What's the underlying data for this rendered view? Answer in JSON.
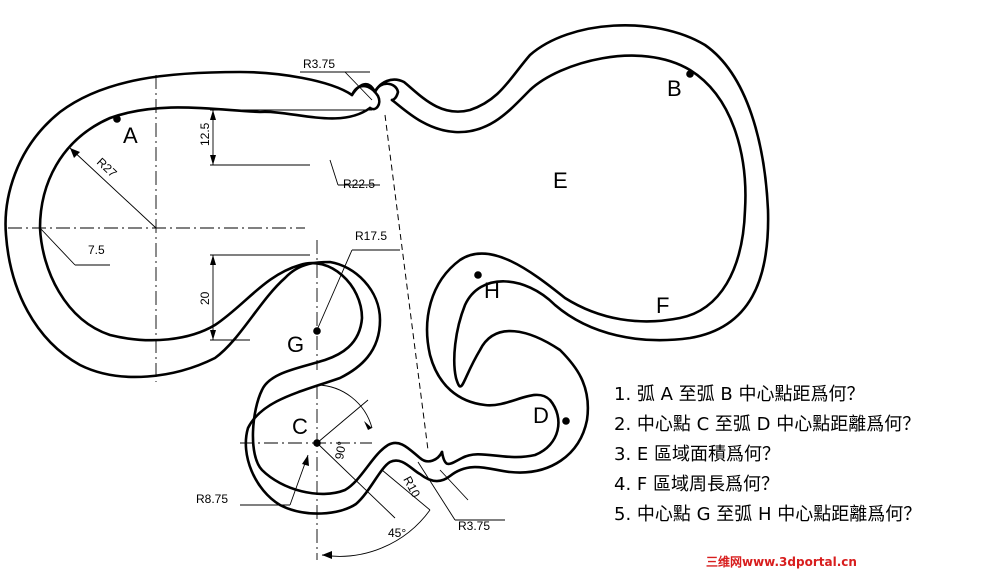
{
  "points": {
    "A": "A",
    "B": "B",
    "C": "C",
    "D": "D",
    "E": "E",
    "F": "F",
    "G": "G",
    "H": "H"
  },
  "dimensions": {
    "r375_top": "R3.75",
    "r225": "R22.5",
    "d125": "12.5",
    "r27": "R27",
    "d75": "7.5",
    "r175": "R17.5",
    "d20": "20",
    "angle90": "90°",
    "r875": "R8.75",
    "r10": "R10",
    "r375_bottom": "R3.75",
    "angle45": "45°"
  },
  "questions": [
    "1.  弧 A 至弧 B 中心點距爲何？",
    "2.  中心點 C 至弧 D 中心點距離爲何？",
    "3.  E 區域面積爲何？",
    "4.  F 區域周長爲何？",
    "5.  中心點 G 至弧 H 中心點距離爲何？"
  ],
  "watermark": "三维网www.3dportal.cn",
  "colors": {
    "line": "#000000",
    "watermark": "#d81e1e"
  }
}
